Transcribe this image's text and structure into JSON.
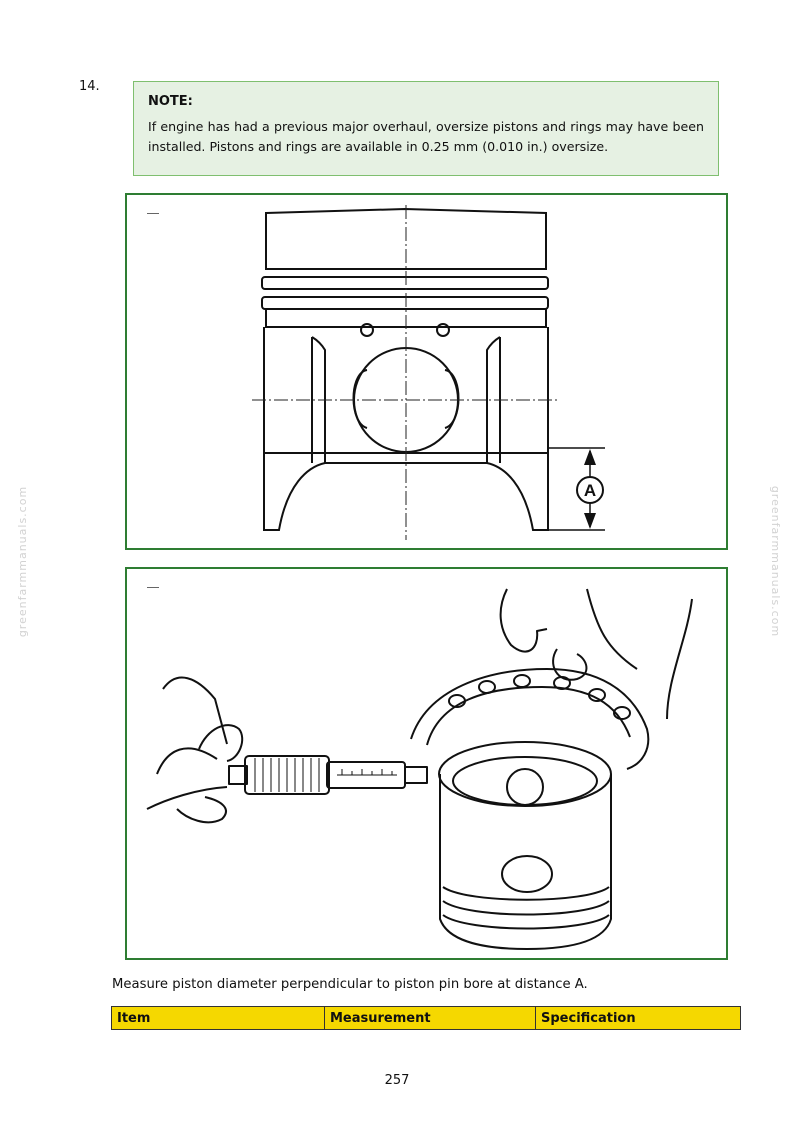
{
  "step": {
    "number": "14."
  },
  "note": {
    "title": "NOTE:",
    "text": "If engine has had a previous major overhaul, oversize pistons and rings may have been installed. Pistons and rings are available in 0.25 mm (0.010 in.) oversize."
  },
  "figures": {
    "piston_drawing": {
      "dimension_label": "A"
    }
  },
  "caption": "Measure piston diameter perpendicular to piston pin bore at distance A.",
  "table": {
    "headers": [
      "Item",
      "Measurement",
      "Specification"
    ]
  },
  "page_number": "257",
  "watermark": "greenfarmmanuals.com",
  "colors": {
    "note_bg": "#e6f1e3",
    "figure_border": "#2e7d32",
    "table_header": "#f5d800"
  }
}
